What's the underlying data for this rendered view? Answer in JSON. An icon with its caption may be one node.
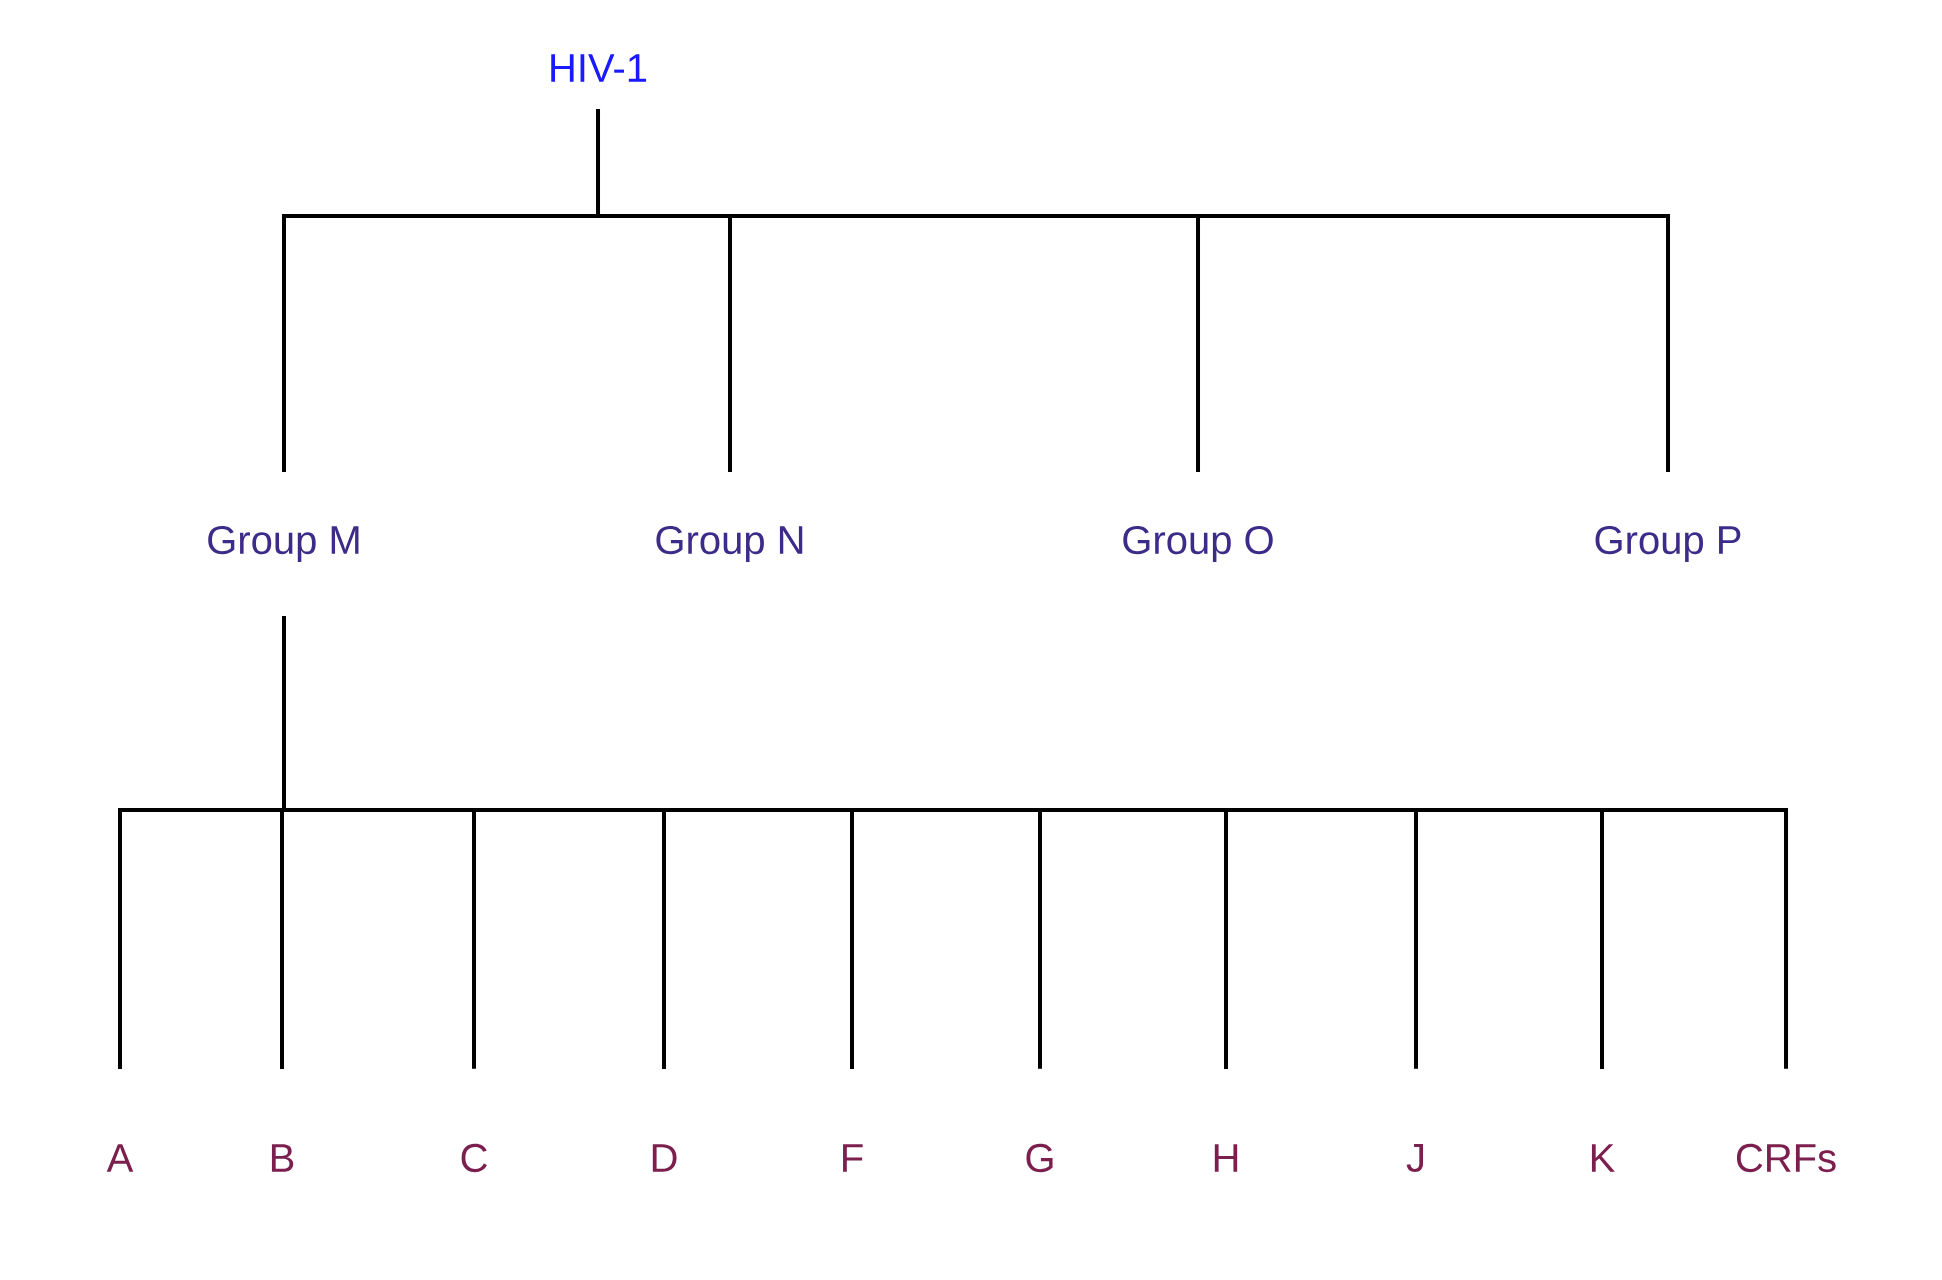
{
  "diagram": {
    "nodes": [
      {
        "text": [
          "HIV-1"
        ]
      },
      {
        "text": [
          "Group M"
        ]
      },
      {
        "text": [
          "Group N"
        ]
      },
      {
        "text": [
          "Group O"
        ]
      },
      {
        "text": [
          "Group P"
        ]
      },
      {
        "text": [
          "A"
        ]
      },
      {
        "text": [
          "B"
        ]
      },
      {
        "text": [
          "C"
        ]
      },
      {
        "text": [
          "D"
        ]
      },
      {
        "text": [
          "F"
        ]
      },
      {
        "text": [
          "G"
        ]
      },
      {
        "text": [
          "H"
        ]
      },
      {
        "text": [
          "J"
        ]
      },
      {
        "text": [
          "K"
        ]
      },
      {
        "text": [
          "CRFs"
        ]
      }
    ],
    "edges": [
      {
        "from": 0,
        "to": 1,
        "arrow": "none"
      },
      {
        "from": 0,
        "to": 2,
        "arrow": "none"
      },
      {
        "from": 0,
        "to": 3,
        "arrow": "none"
      },
      {
        "from": 0,
        "to": 4,
        "arrow": "none"
      },
      {
        "from": 1,
        "to": 5,
        "arrow": "none"
      },
      {
        "from": 1,
        "to": 6,
        "arrow": "none"
      },
      {
        "from": 1,
        "to": 7,
        "arrow": "none"
      },
      {
        "from": 1,
        "to": 8,
        "arrow": "none"
      },
      {
        "from": 1,
        "to": 9,
        "arrow": "none"
      },
      {
        "from": 1,
        "to": 10,
        "arrow": "none"
      },
      {
        "from": 1,
        "to": 11,
        "arrow": "none"
      },
      {
        "from": 1,
        "to": 12,
        "arrow": "none"
      },
      {
        "from": 1,
        "to": 13,
        "arrow": "none"
      },
      {
        "from": 1,
        "to": 14,
        "arrow": "none"
      }
    ]
  }
}
